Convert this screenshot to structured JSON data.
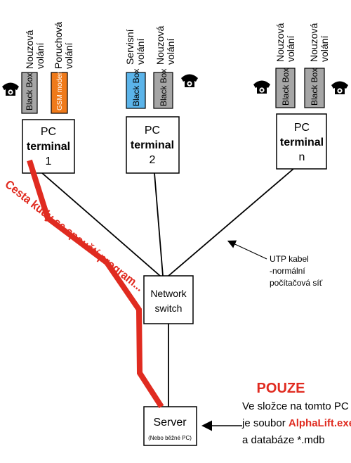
{
  "terminals": [
    {
      "line1": "PC",
      "line2": "terminal",
      "line3": "1",
      "boxes": [
        {
          "text": "Black Box",
          "color": "#a6a6a6",
          "caption1": "Nouzová",
          "caption2": "volání"
        },
        {
          "text": "GSM modem",
          "color": "#ef7a1a",
          "caption1": "Poruchová",
          "caption2": "volání"
        }
      ]
    },
    {
      "line1": "PC",
      "line2": "terminal",
      "line3": "2",
      "boxes": [
        {
          "text": "Black Box",
          "color": "#5bb4ea",
          "caption1": "Servisní",
          "caption2": "volání"
        },
        {
          "text": "Black Box",
          "color": "#a6a6a6",
          "caption1": "Nouzová",
          "caption2": "volání"
        }
      ]
    },
    {
      "line1": "PC",
      "line2": "terminal",
      "line3": "n",
      "boxes": [
        {
          "text": "Black Box",
          "color": "#a6a6a6",
          "caption1": "Nouzová",
          "caption2": "volání"
        },
        {
          "text": "Black Box",
          "color": "#a6a6a6",
          "caption1": "Nouzová",
          "caption2": "volání"
        }
      ]
    }
  ],
  "switch": {
    "line1": "Network",
    "line2": "switch"
  },
  "server": {
    "line1": "Server",
    "line2": "(Nebo běžné PC)"
  },
  "cable_note": {
    "line1": "UTP kabel",
    "line2": "-normální",
    "line3": "počítačová síť"
  },
  "red_path_label": "Cesta kudy se spouští program...",
  "server_note": {
    "title": "POUZE",
    "line1": "Ve složce na tomto PC",
    "line2_prefix": "je soubor ",
    "line2_file": "AlphaLift.exe",
    "line3": "a databáze *.mdb"
  },
  "colors": {
    "red": "#e02b20",
    "orange": "#ef7a1a",
    "blue": "#5bb4ea",
    "gray": "#a6a6a6"
  }
}
